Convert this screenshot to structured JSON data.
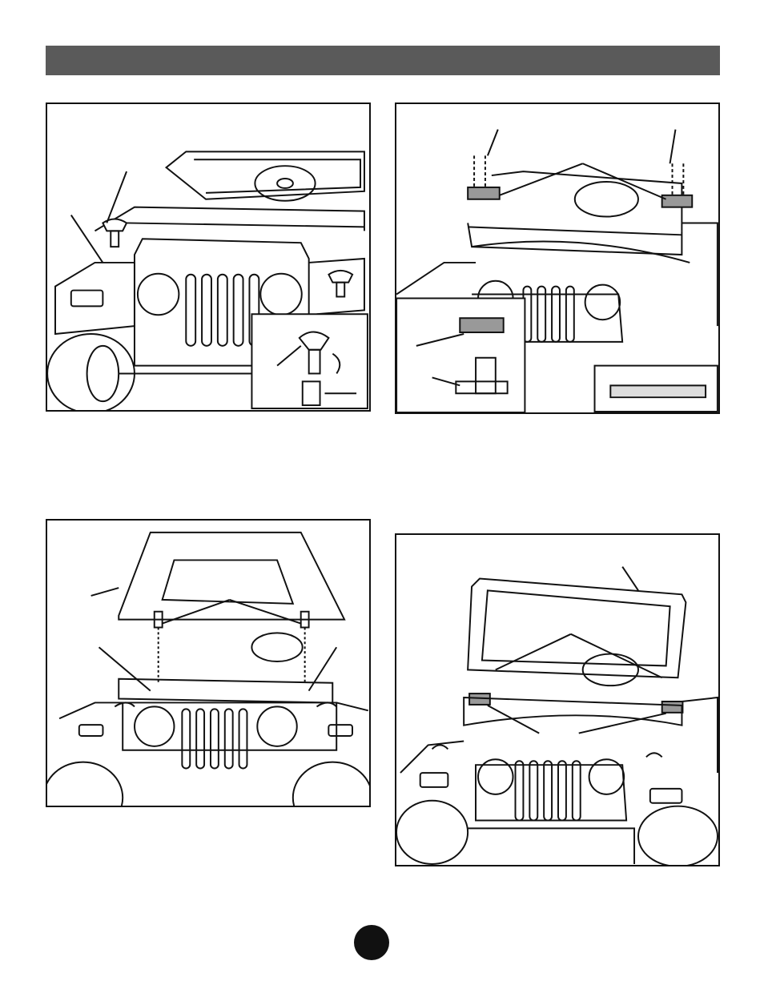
{
  "header": {
    "title": ""
  },
  "figures": [
    {
      "id": 1,
      "alt": "hood-clip-install"
    },
    {
      "id": 2,
      "alt": "windshield-hinge-install"
    },
    {
      "id": 3,
      "alt": "hood-install"
    },
    {
      "id": 4,
      "alt": "windshield-install"
    }
  ],
  "footer": {
    "page_number": ""
  }
}
